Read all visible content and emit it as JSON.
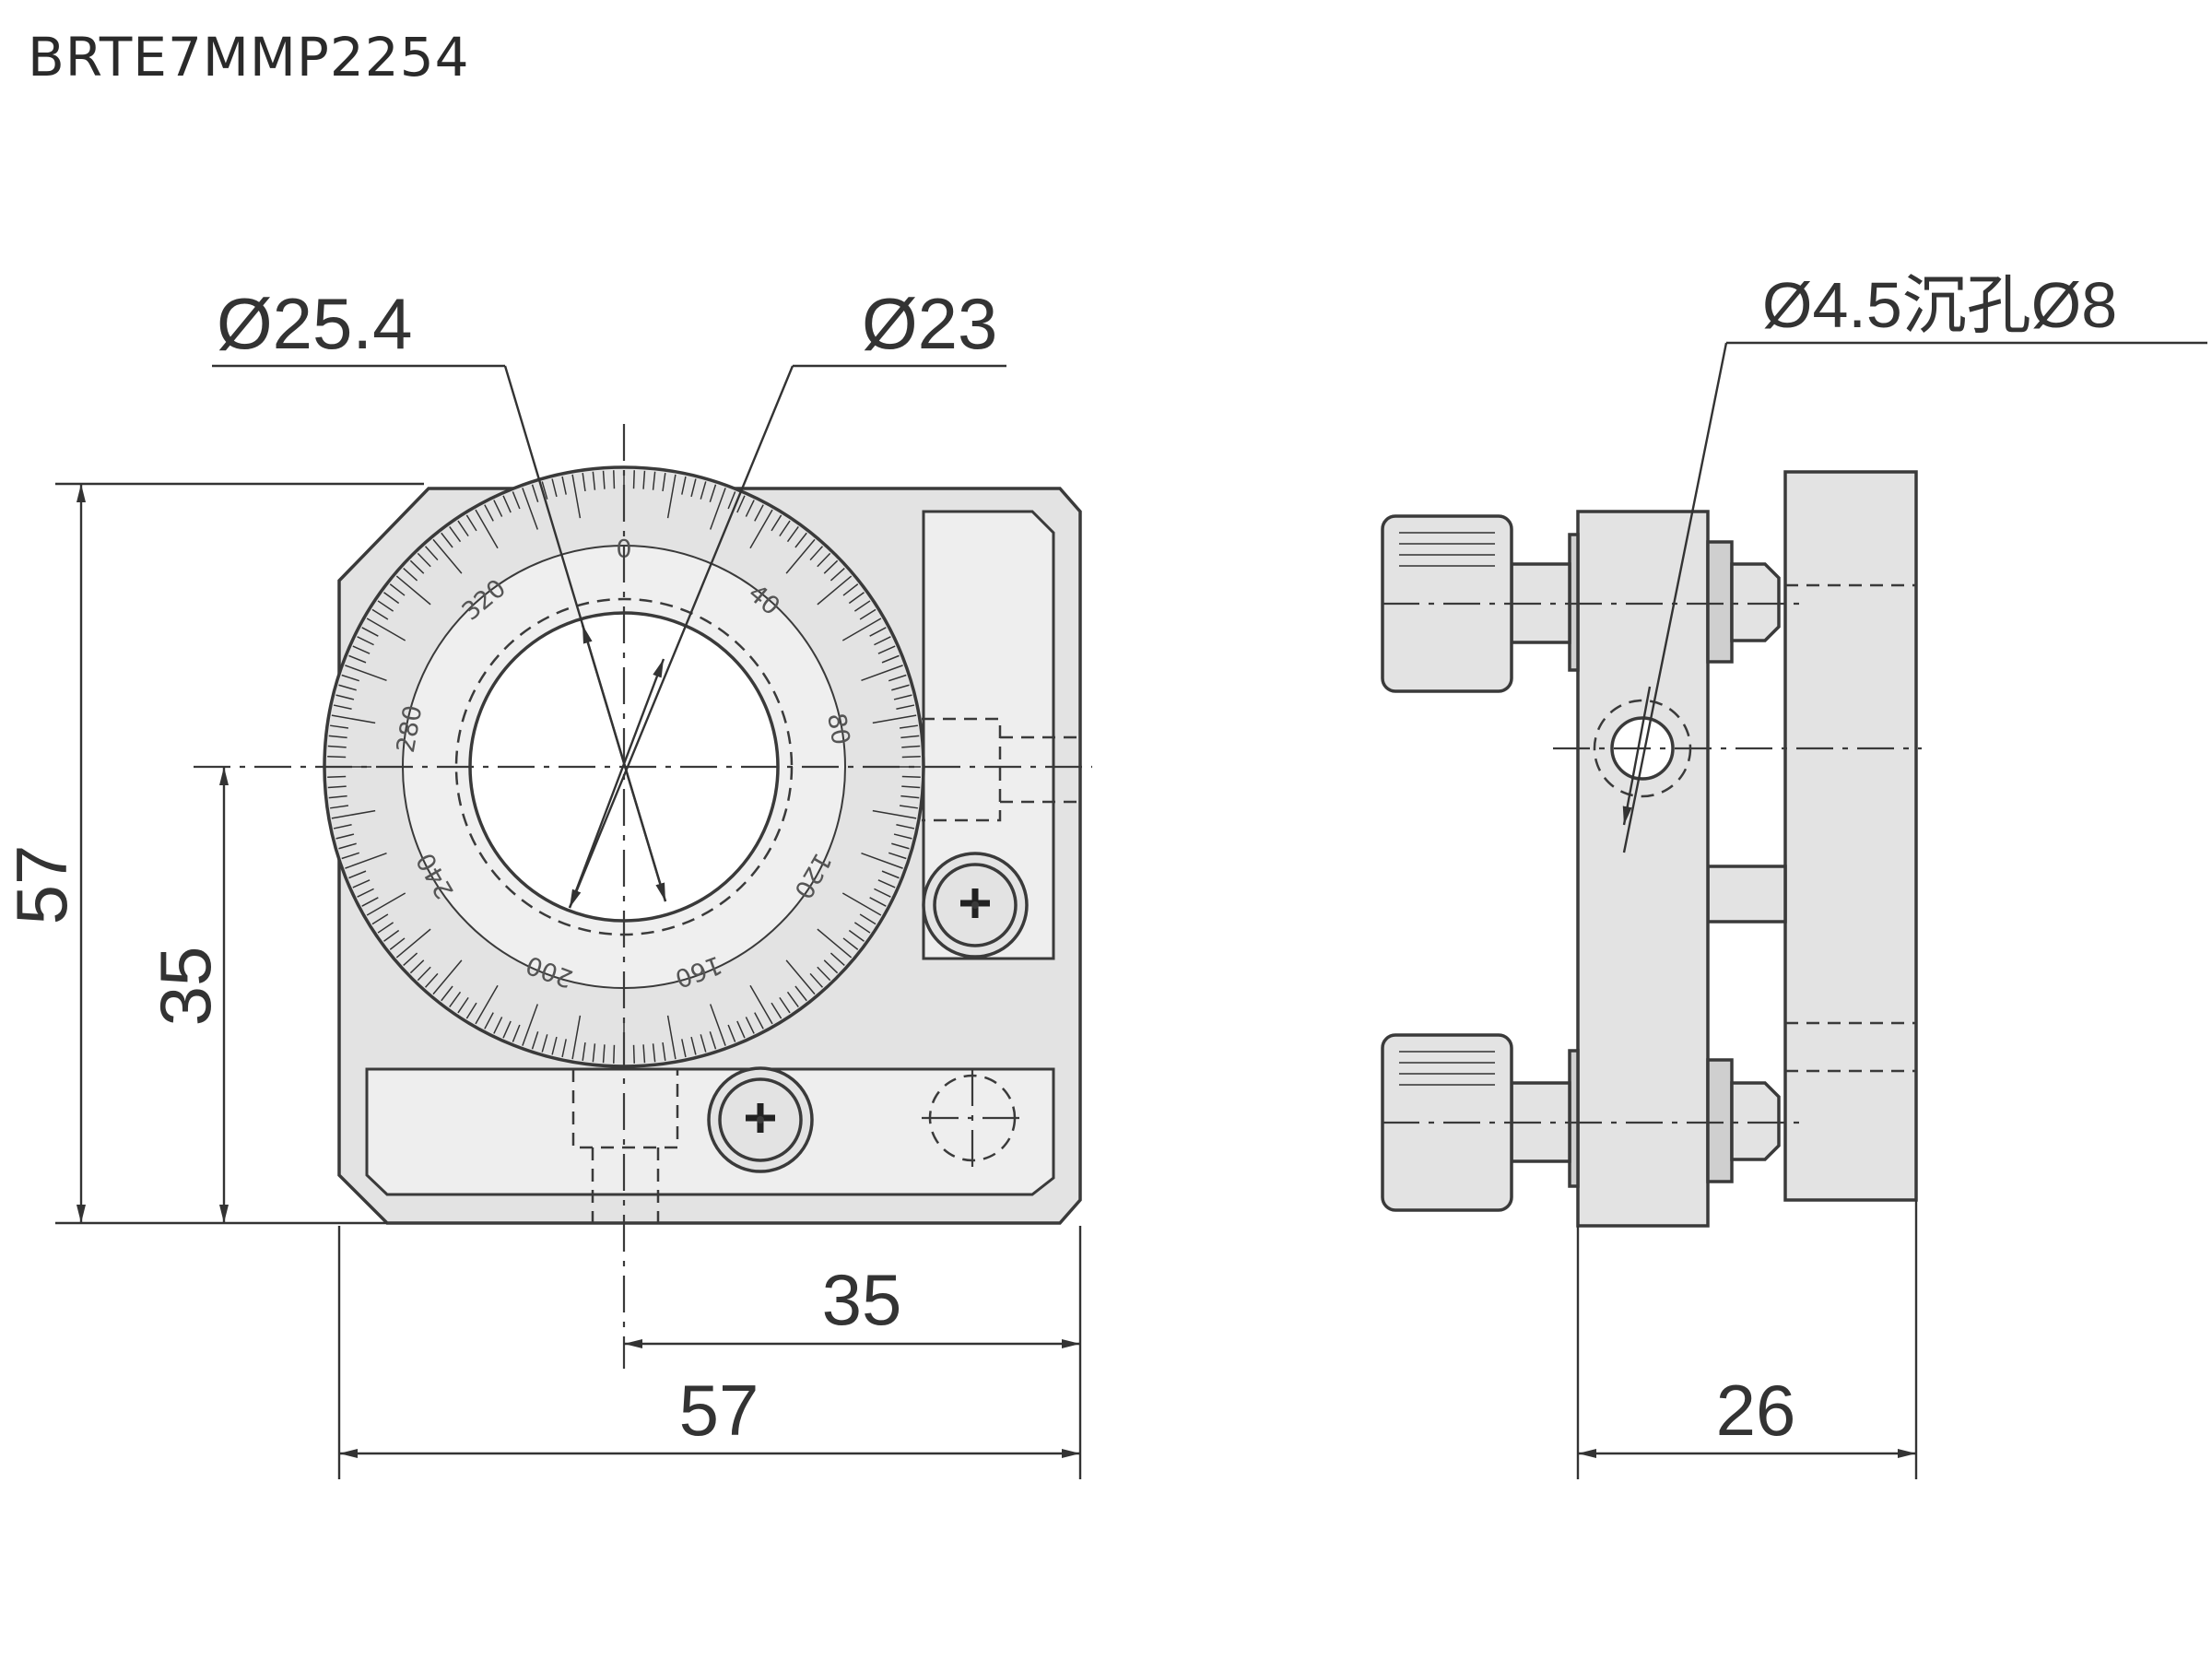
{
  "title": "BRTE7MMP2254",
  "labels": {
    "outer_diameter": "Ø25.4",
    "clear_aperture": "Ø23",
    "mount_hole": "Ø4.5沉孔Ø8"
  },
  "dimensions": {
    "total_height": "57",
    "center_height": "35",
    "center_offset_x": "35",
    "total_width": "57",
    "depth": "26"
  },
  "rotation_scale": {
    "labels": [
      "0",
      "40",
      "80",
      "120",
      "160",
      "200",
      "240",
      "280",
      "320"
    ],
    "major_step_deg": 40,
    "minor_step_deg": 2
  }
}
